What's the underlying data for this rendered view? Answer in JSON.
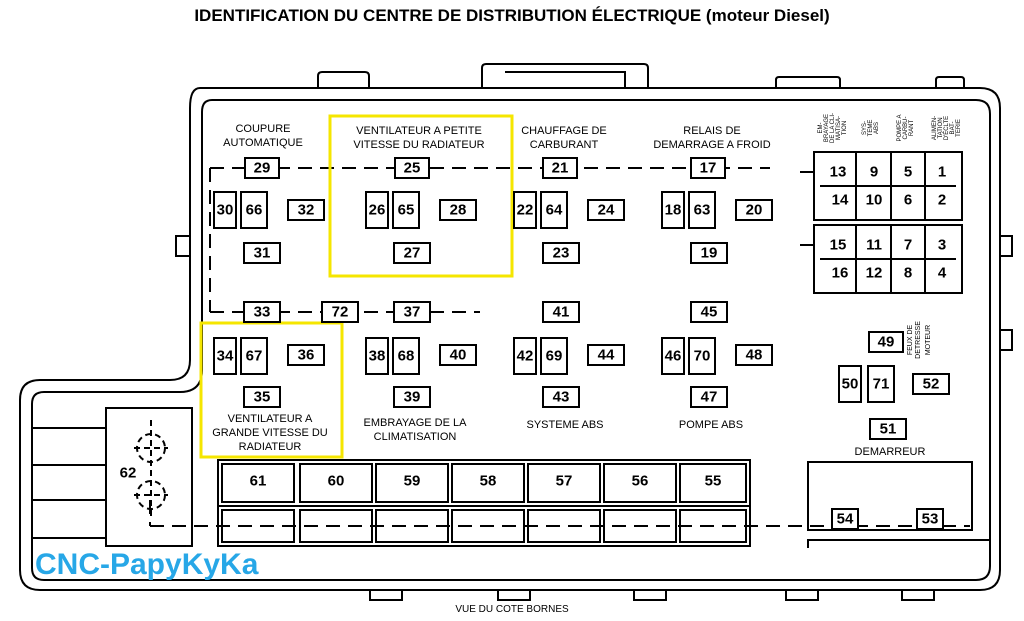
{
  "title": "IDENTIFICATION DU CENTRE DE DISTRIBUTION ÉLECTRIQUE",
  "subtitle": "(moteur Diesel)",
  "footer": "VUE DU COTE BORNES",
  "watermark": "CNC-PapyKyKa",
  "highlight_color": "#f5e600",
  "watermark_color": "#27a7e7",
  "labels": {
    "coupure_1": "COUPURE",
    "coupure_2": "AUTOMATIQUE",
    "ventpetite_1": "VENTILATEUR A PETITE",
    "ventpetite_2": "VITESSE DU RADIATEUR",
    "chauffage_1": "CHAUFFAGE DE",
    "chauffage_2": "CARBURANT",
    "relais_1": "RELAIS DE",
    "relais_2": "DEMARRAGE A FROID",
    "ventgrande_1": "VENTILATEUR A",
    "ventgrande_2": "GRANDE VITESSE DU",
    "ventgrande_3": "RADIATEUR",
    "embrayage_1": "EMBRAYAGE DE LA",
    "embrayage_2": "CLIMATISATION",
    "abs_system": "SYSTEME ABS",
    "abs_pump": "POMPE ABS",
    "demarreur": "DEMARREUR",
    "feux_1": "FEUX DE",
    "feux_2": "DETRESSE",
    "moteur": "MOTEUR"
  },
  "col_labels": {
    "c1_1": "EM-",
    "c1_2": "BRAYAGE",
    "c1_3": "DE LA CLI-",
    "c1_4": "MATISA-",
    "c1_5": "TION",
    "c2_1": "SYS-",
    "c2_2": "TEME",
    "c2_3": "ABS",
    "c3_1": "POMPE A",
    "c3_2": "CARBU-",
    "c3_3": "RANT",
    "c4_1": "ALIMEN-",
    "c4_2": "TATION",
    "c4_3": "D'ÉCLTE",
    "c4_4": "BAT-",
    "c4_5": "TERIE"
  },
  "fuses": {
    "f1": "1",
    "f2": "2",
    "f3": "3",
    "f4": "4",
    "f5": "5",
    "f6": "6",
    "f7": "7",
    "f8": "8",
    "f9": "9",
    "f10": "10",
    "f11": "11",
    "f12": "12",
    "f13": "13",
    "f14": "14",
    "f15": "15",
    "f16": "16",
    "f17": "17",
    "f18": "18",
    "f19": "19",
    "f20": "20",
    "f21": "21",
    "f22": "22",
    "f23": "23",
    "f24": "24",
    "f25": "25",
    "f26": "26",
    "f27": "27",
    "f28": "28",
    "f29": "29",
    "f30": "30",
    "f31": "31",
    "f32": "32",
    "f33": "33",
    "f34": "34",
    "f35": "35",
    "f36": "36",
    "f37": "37",
    "f38": "38",
    "f39": "39",
    "f40": "40",
    "f41": "41",
    "f42": "42",
    "f43": "43",
    "f44": "44",
    "f45": "45",
    "f46": "46",
    "f47": "47",
    "f48": "48",
    "f49": "49",
    "f50": "50",
    "f51": "51",
    "f52": "52",
    "f53": "53",
    "f54": "54",
    "f55": "55",
    "f56": "56",
    "f57": "57",
    "f58": "58",
    "f59": "59",
    "f60": "60",
    "f61": "61",
    "f62": "62",
    "f63": "63",
    "f64": "64",
    "f65": "65",
    "f66": "66",
    "f67": "67",
    "f68": "68",
    "f69": "69",
    "f70": "70",
    "f71": "71",
    "f72": "72"
  }
}
